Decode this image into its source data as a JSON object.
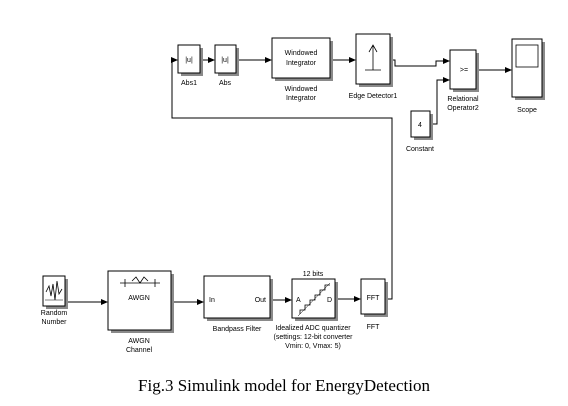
{
  "caption": "Fig.3  Simulink model for EnergyDetection",
  "blocks": {
    "random_number": {
      "label1": "Random",
      "label2": "Number"
    },
    "awgn": {
      "inside": "AWGN",
      "label1": "AWGN",
      "label2": "Channel"
    },
    "bandpass": {
      "in_port": "In",
      "out_port": "Out",
      "label": "Bandpass Filter"
    },
    "adc": {
      "bits": "12 bits",
      "a_port": "A",
      "d_port": "D",
      "label1": "Idealized ADC quantizer",
      "label2": "(settings: 12-bit converter",
      "label3": "Vmin: 0, Vmax: 5)"
    },
    "fft": {
      "inside": "FFT",
      "label": "FFT"
    },
    "abs1": {
      "inside": "|u|",
      "label": "Abs1"
    },
    "abs": {
      "inside": "|u|",
      "label": "Abs"
    },
    "windowed": {
      "inside1": "Windowed",
      "inside2": "Integrator",
      "label1": "Windowed",
      "label2": "Integrator"
    },
    "edge": {
      "label": "Edge Detector1"
    },
    "constant": {
      "inside": "4",
      "label": "Constant"
    },
    "relational": {
      "inside": ">=",
      "label1": "Relational",
      "label2": "Operator2"
    },
    "scope": {
      "label": "Scope"
    }
  }
}
